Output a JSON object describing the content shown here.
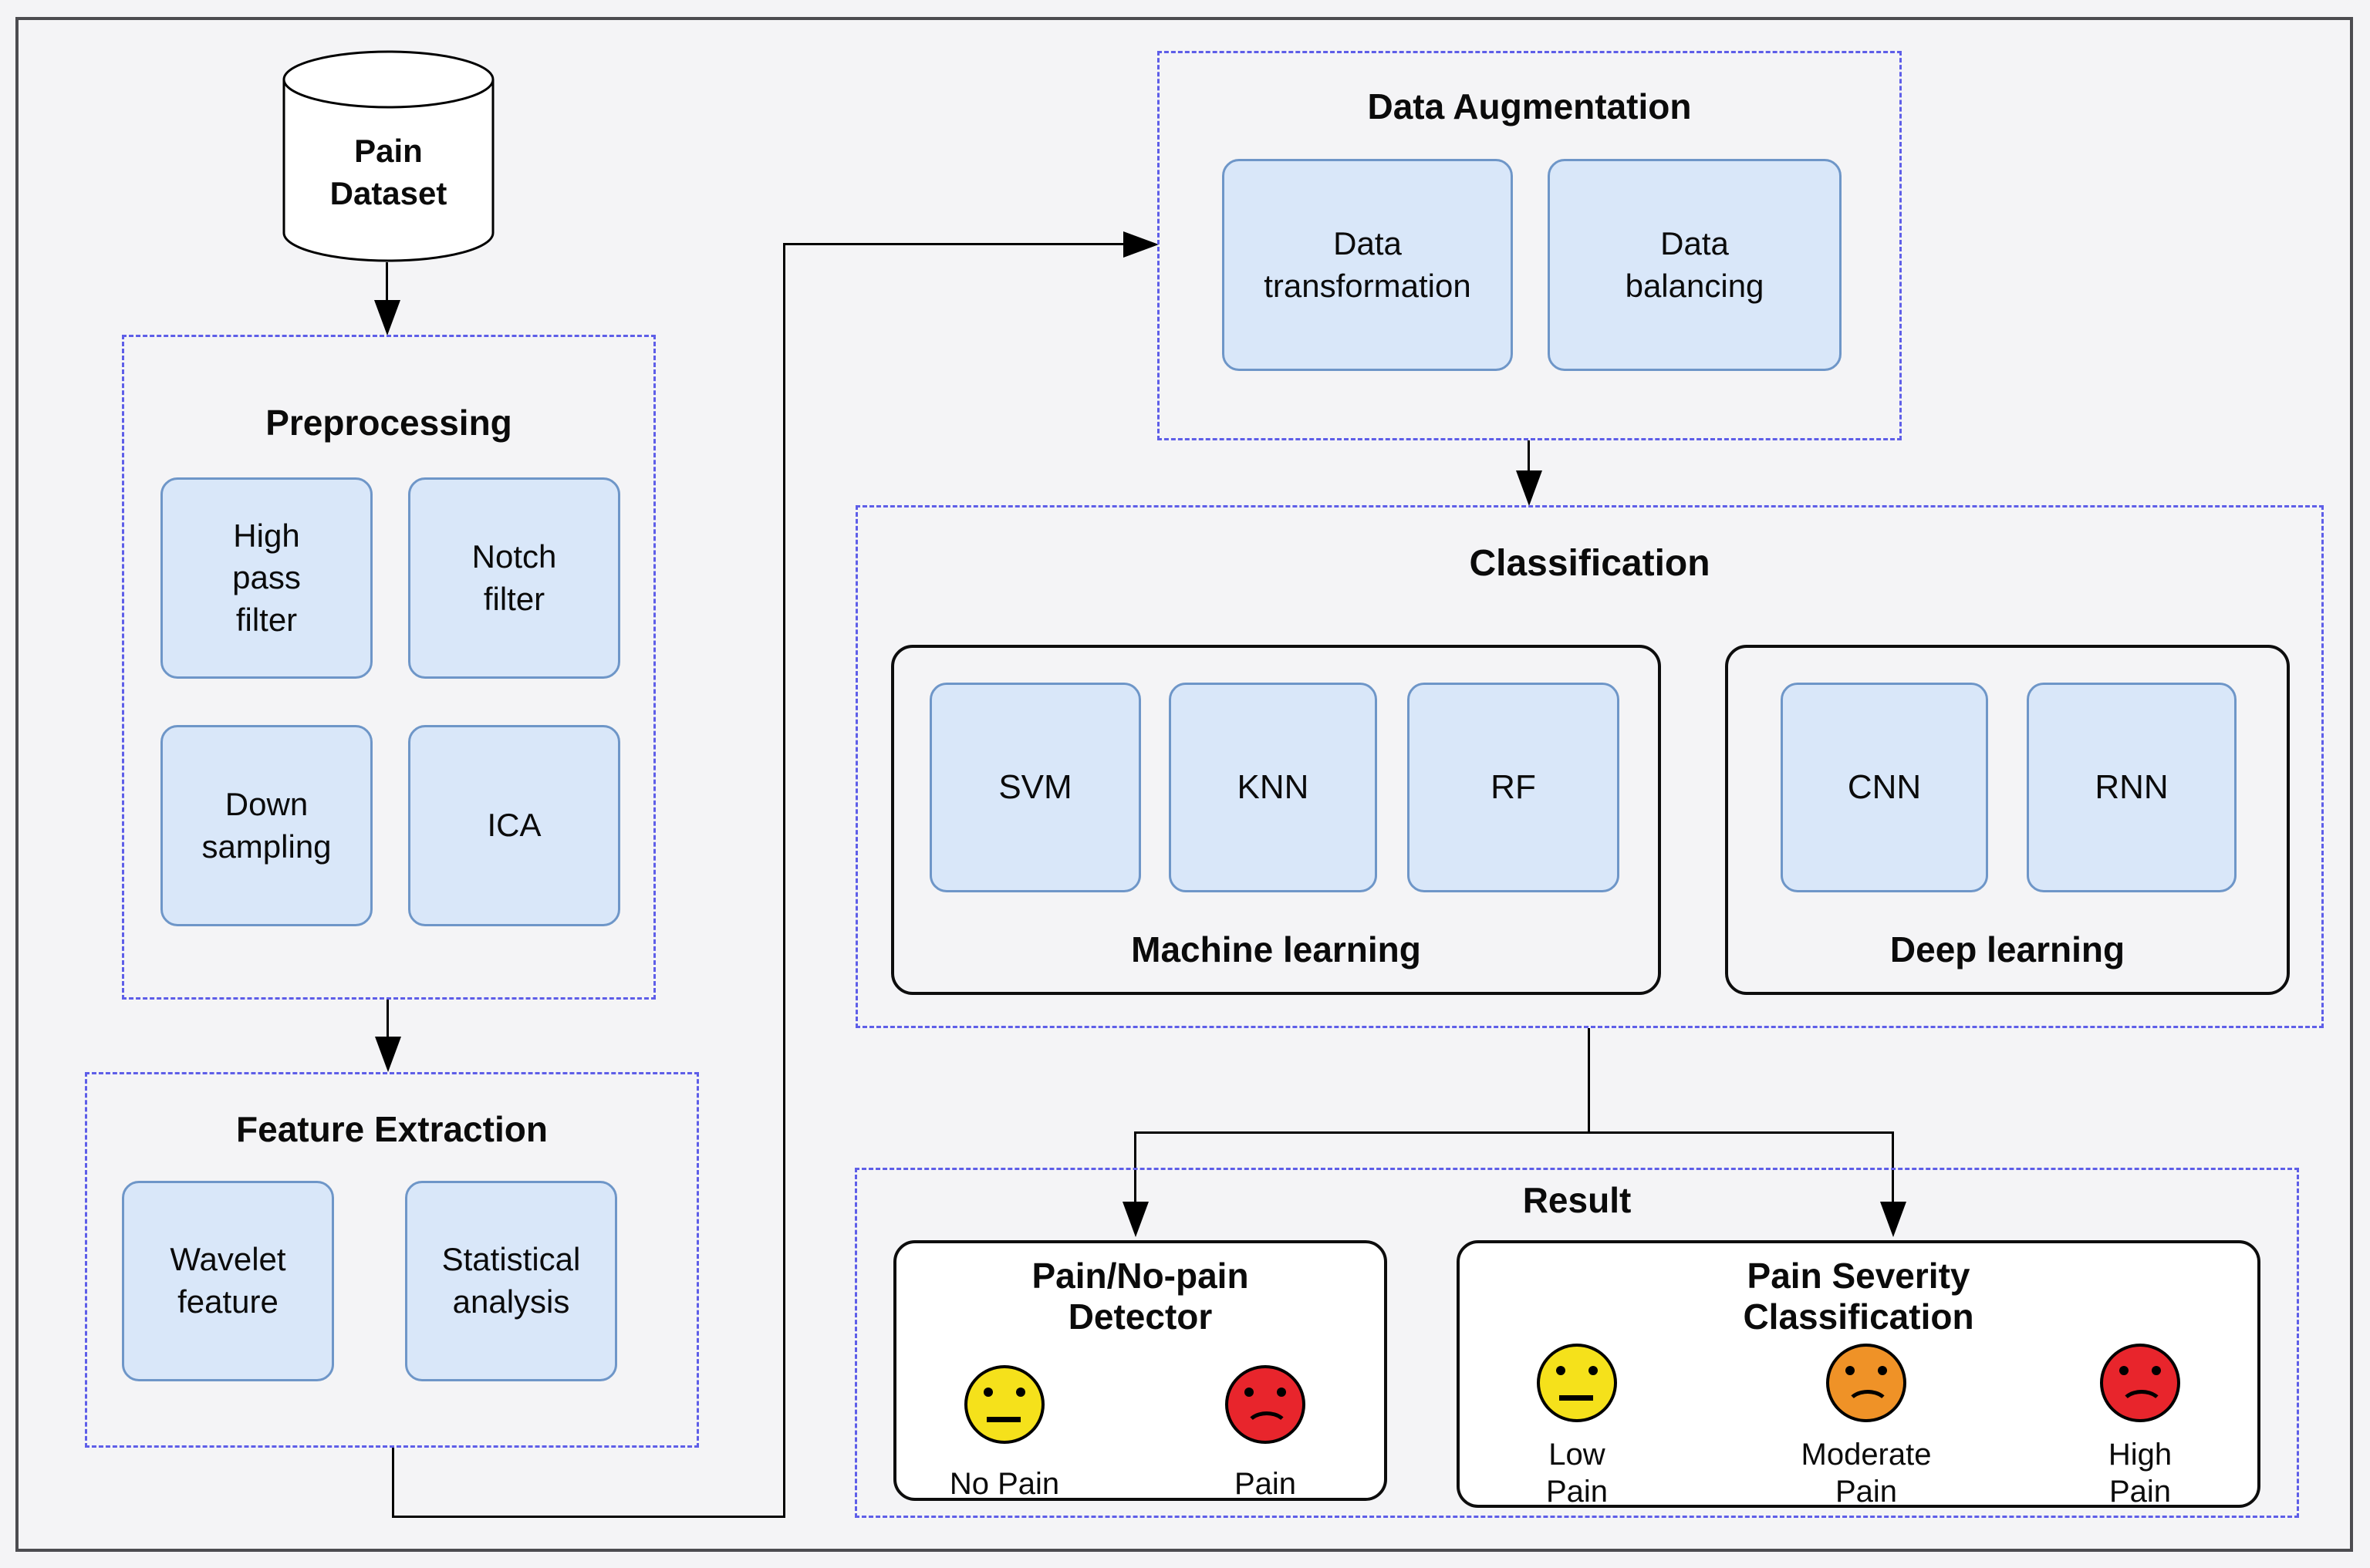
{
  "colors": {
    "background": "#f4f4f6",
    "frame_border": "#4c4c50",
    "dashed_border": "#5e5ee8",
    "box_fill": "#d9e7f9",
    "box_border": "#6e96c8",
    "solid_border": "#0d0d0d",
    "arrow": "#000000",
    "white": "#ffffff",
    "text": "#0b0b0b",
    "face_yellow": "#f5e11b",
    "face_orange": "#ef9227",
    "face_red": "#e8252c"
  },
  "dataset": {
    "lines": [
      "Pain",
      "Dataset"
    ]
  },
  "preprocessing": {
    "title": "Preprocessing",
    "boxes": [
      {
        "lines": [
          "High",
          "pass",
          "filter"
        ]
      },
      {
        "lines": [
          "Notch",
          "filter"
        ]
      },
      {
        "lines": [
          "Down",
          "sampling"
        ]
      },
      {
        "lines": [
          "ICA"
        ]
      }
    ]
  },
  "feature_extraction": {
    "title": "Feature Extraction",
    "boxes": [
      {
        "lines": [
          "Wavelet",
          "feature"
        ]
      },
      {
        "lines": [
          "Statistical",
          "analysis"
        ]
      }
    ]
  },
  "data_augmentation": {
    "title": "Data Augmentation",
    "boxes": [
      {
        "lines": [
          "Data",
          "transformation"
        ]
      },
      {
        "lines": [
          "Data",
          "balancing"
        ]
      }
    ]
  },
  "classification": {
    "title": "Classification",
    "machine_learning": {
      "label": "Machine learning",
      "models": [
        "SVM",
        "KNN",
        "RF"
      ]
    },
    "deep_learning": {
      "label": "Deep learning",
      "models": [
        "CNN",
        "RNN"
      ]
    }
  },
  "result": {
    "title": "Result",
    "pain_detector": {
      "title_lines": [
        "Pain/No-pain",
        "Detector"
      ],
      "faces": [
        {
          "label_lines": [
            "No Pain"
          ],
          "mood": "neutral",
          "color": "yellow"
        },
        {
          "label_lines": [
            "Pain"
          ],
          "mood": "sad",
          "color": "red"
        }
      ]
    },
    "pain_severity": {
      "title_lines": [
        "Pain Severity",
        "Classification"
      ],
      "faces": [
        {
          "label_lines": [
            "Low",
            "Pain"
          ],
          "mood": "neutral",
          "color": "yellow"
        },
        {
          "label_lines": [
            "Moderate",
            "Pain"
          ],
          "mood": "sad",
          "color": "orange"
        },
        {
          "label_lines": [
            "High",
            "Pain"
          ],
          "mood": "sad",
          "color": "red"
        }
      ]
    }
  }
}
